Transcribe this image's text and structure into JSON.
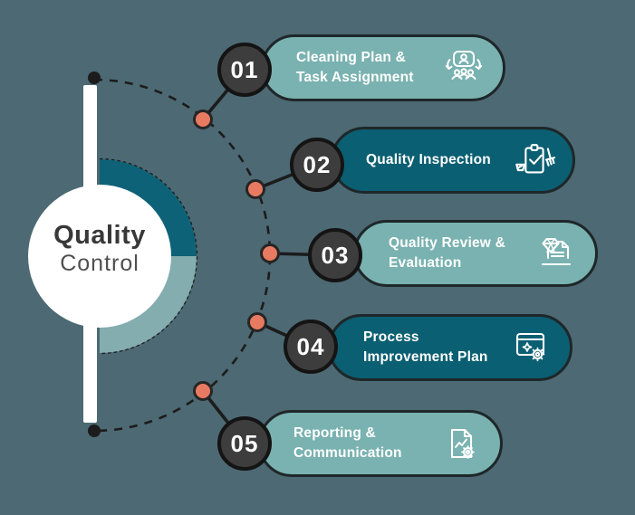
{
  "title": {
    "line1": "Quality",
    "line2": "Control"
  },
  "steps": [
    {
      "num": "01",
      "label": "Cleaning Plan & Task Assignment",
      "icon": "team-assignment-icon",
      "variant": "light"
    },
    {
      "num": "02",
      "label": "Quality Inspection",
      "icon": "inspection-clipboard-icon",
      "variant": "dark"
    },
    {
      "num": "03",
      "label": "Quality Review & Evaluation",
      "icon": "quality-gem-document-icon",
      "variant": "light"
    },
    {
      "num": "04",
      "label": "Process Improvement Plan",
      "icon": "process-settings-window-icon",
      "variant": "dark"
    },
    {
      "num": "05",
      "label": "Reporting & Communication",
      "icon": "report-document-gear-icon",
      "variant": "light"
    }
  ],
  "colors": {
    "background": "#4d6973",
    "pill_light": "#79b2b0",
    "pill_dark": "#0b5f72",
    "ring_dark": "#0e6277",
    "ring_light": "#83adaf",
    "accent_dot": "#e97a62",
    "number_circle": "#3d3d3d",
    "outline": "#1e2729",
    "text_light": "#ffffff",
    "title_dark": "#383838"
  }
}
